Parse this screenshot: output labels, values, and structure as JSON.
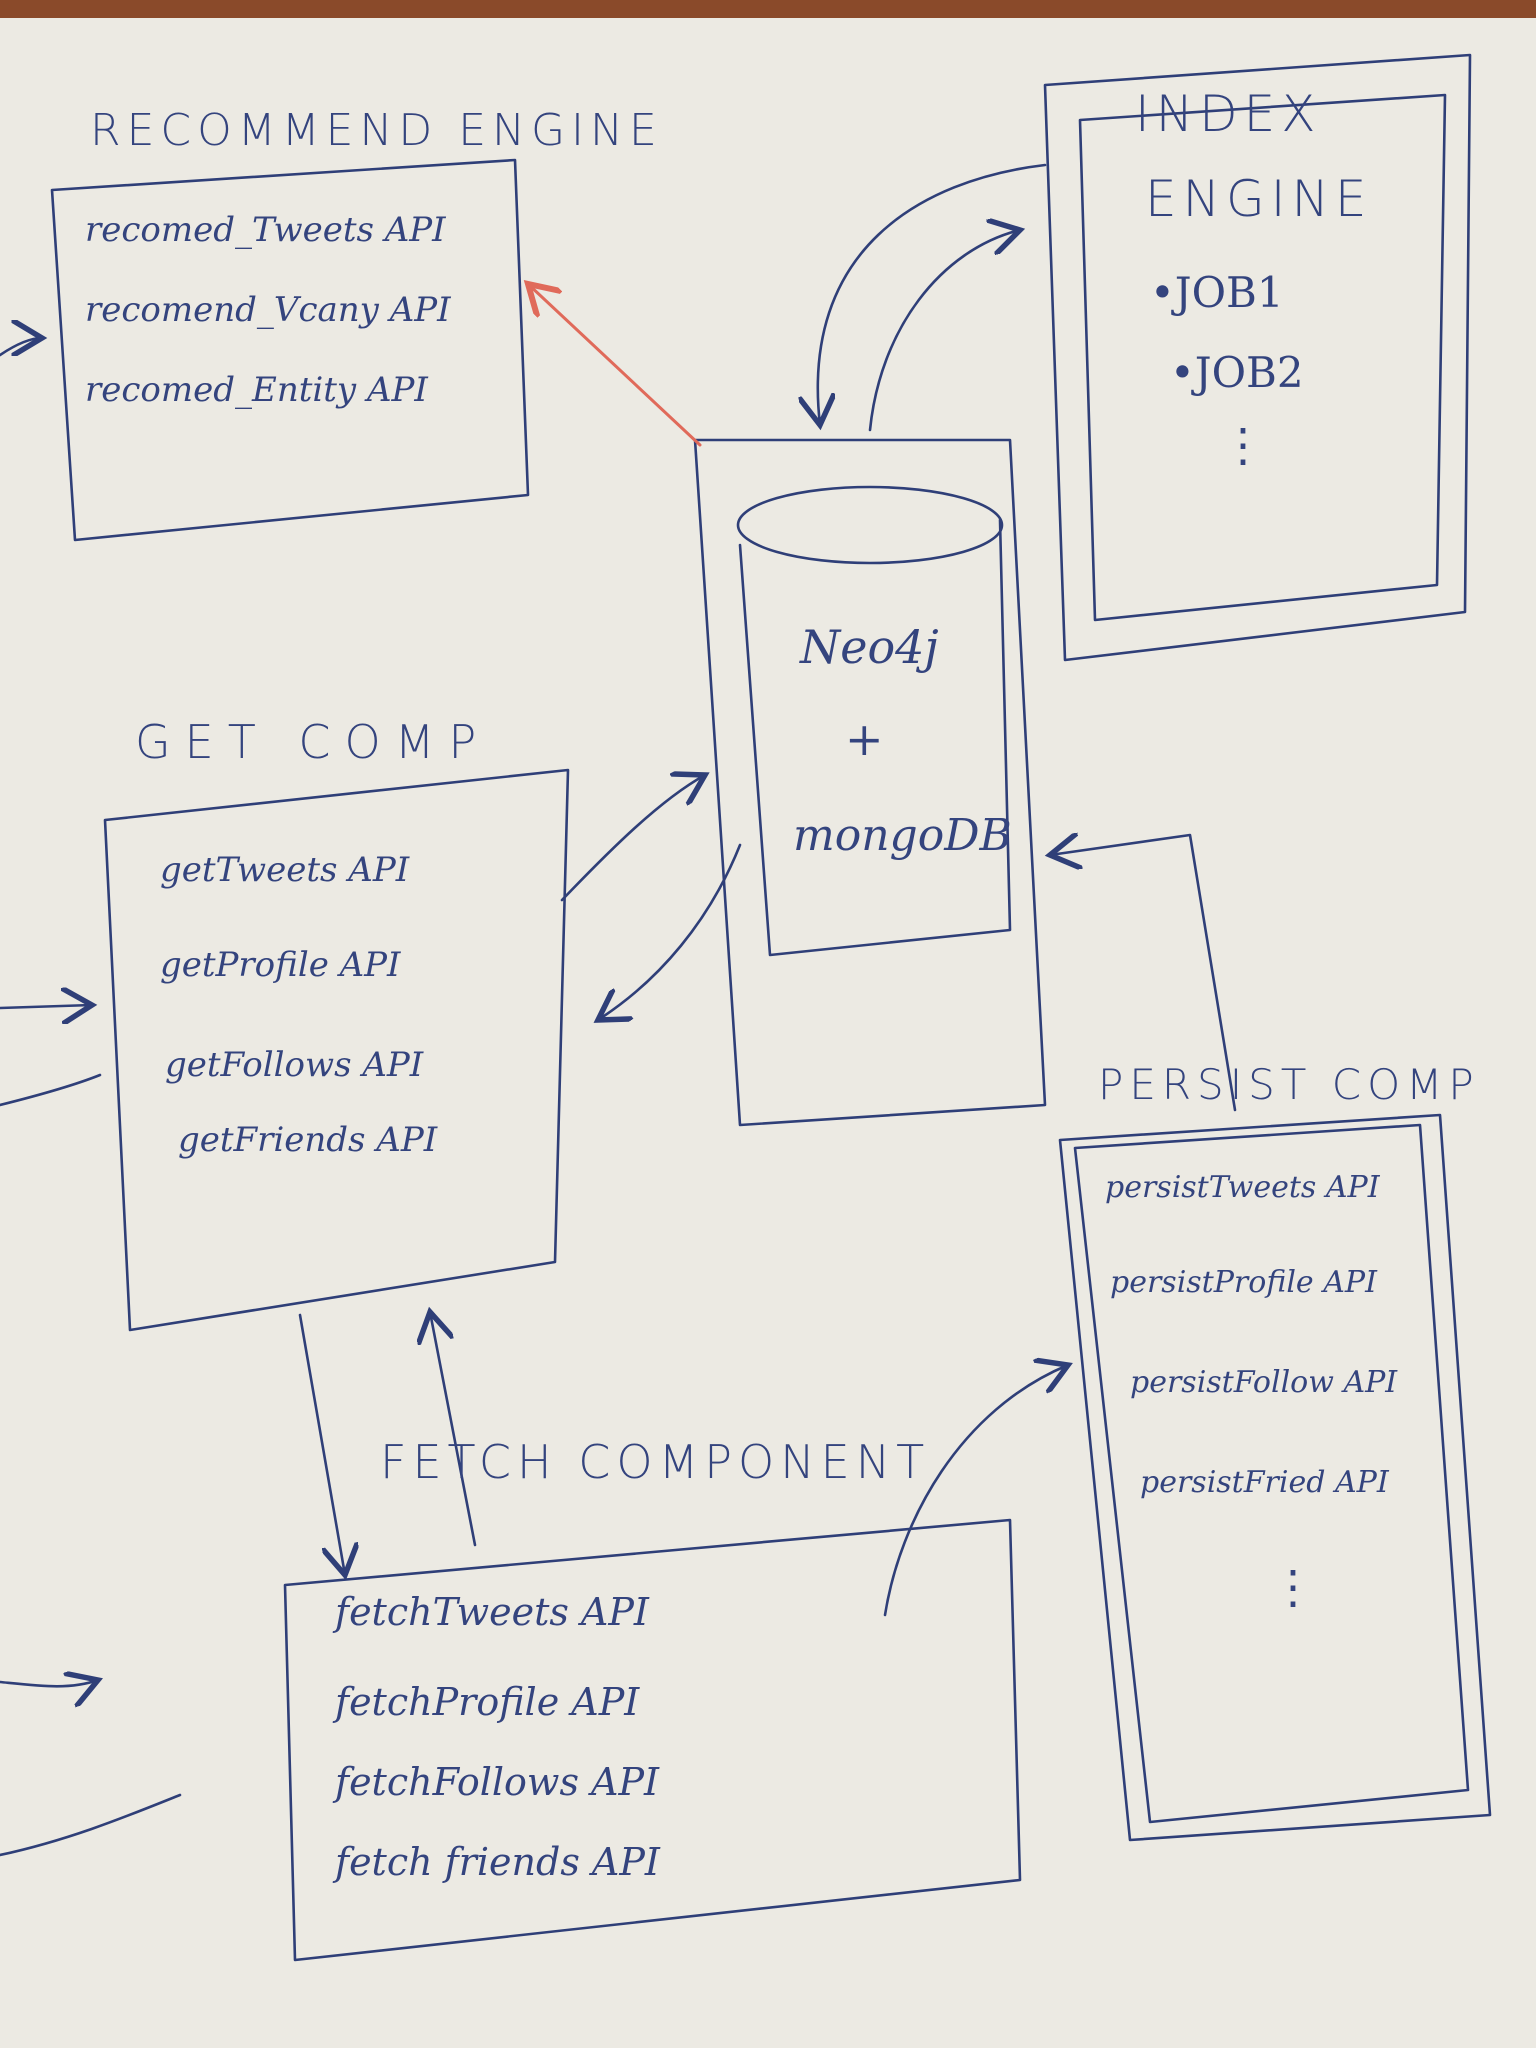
{
  "recommend_engine": {
    "title": "RECOMMEND ENGINE",
    "items": [
      "recomed_Tweets API",
      "recomend_Vcany API",
      "recomed_Entity API"
    ]
  },
  "index_engine": {
    "title_line1": "INDEX",
    "title_line2": "ENGINE",
    "jobs": [
      "•JOB1",
      "•JOB2",
      "⋮"
    ]
  },
  "database": {
    "line1": "Neo4j",
    "line2": "+",
    "line3": "mongoDB"
  },
  "get_comp": {
    "title": "GET COMP",
    "items": [
      "getTweets API",
      "getProfile API",
      "getFollows API",
      "getFriends API"
    ]
  },
  "persist_comp": {
    "title": "PERSIST COMP",
    "items": [
      "persistTweets API",
      "persistProfile API",
      "persistFollow API",
      "persistFried API",
      "⋮"
    ]
  },
  "fetch_component": {
    "title": "FETCH COMPONENT",
    "items": [
      "fetchTweets API",
      "fetchProfile API",
      "fetchFollows API",
      "fetch friends API"
    ]
  },
  "colors": {
    "ink": "#2f3f78",
    "highlight_arrow": "#e06a5a",
    "paper": "#eceae3"
  }
}
